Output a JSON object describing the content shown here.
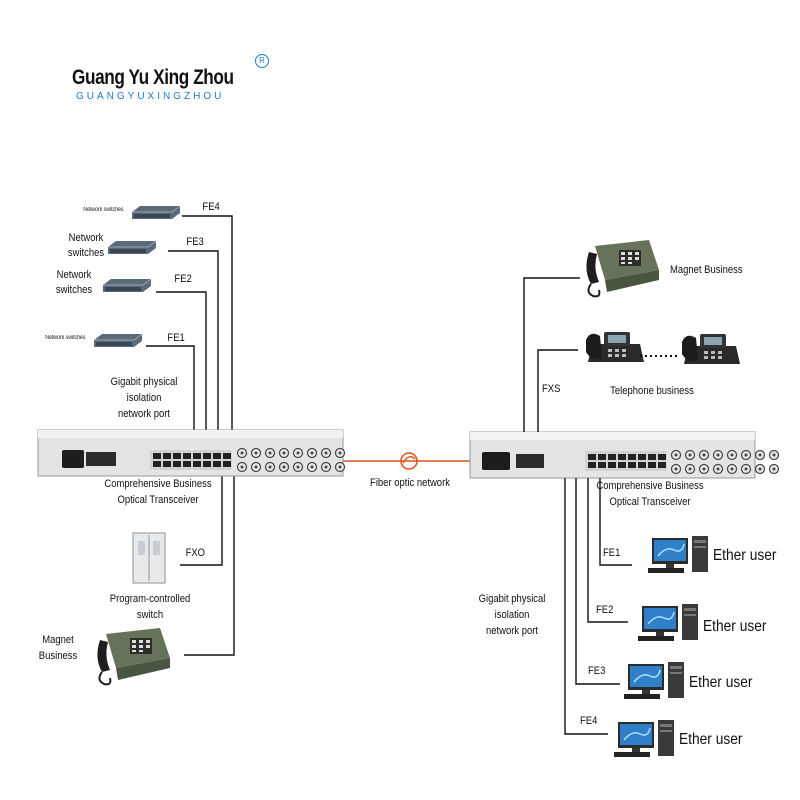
{
  "brand": {
    "name": "Guang Yu Xing Zhou",
    "subname": "GUANGYUXINGZHOU",
    "reg_mark": "R"
  },
  "left": {
    "switch_labels": [
      "Network switches",
      "Network switches",
      "Network switches",
      "Network switches"
    ],
    "ports": [
      "FE4",
      "FE3",
      "FE2",
      "FE1"
    ],
    "isolation_label": [
      "Gigabit physical",
      "isolation",
      "network port"
    ],
    "transceiver_label": [
      "Comprehensive Business",
      "Optical Transceiver"
    ],
    "fxo": "FXO",
    "pbx_label": [
      "Program-controlled",
      "switch"
    ],
    "magnet_label": [
      "Magnet",
      "Business"
    ]
  },
  "center": {
    "fiber_label": "Fiber optic network"
  },
  "right": {
    "magnet_label": "Magnet Business",
    "fxs": "FXS",
    "telephone_label": "Telephone business",
    "transceiver_label": [
      "Comprehensive Business",
      "Optical Transceiver"
    ],
    "isolation_label": [
      "Gigabit physical",
      "isolation",
      "network port"
    ],
    "ports": [
      "FE1",
      "FE2",
      "FE3",
      "FE4"
    ],
    "ether_users": [
      "Ether user",
      "Ether user",
      "Ether user",
      "Ether user"
    ]
  },
  "colors": {
    "line": "#111111",
    "fiber": "#e0541c",
    "brand_accent": "#1c7ad6",
    "rack": "#e4e4e4",
    "phone": "#5a6650"
  }
}
